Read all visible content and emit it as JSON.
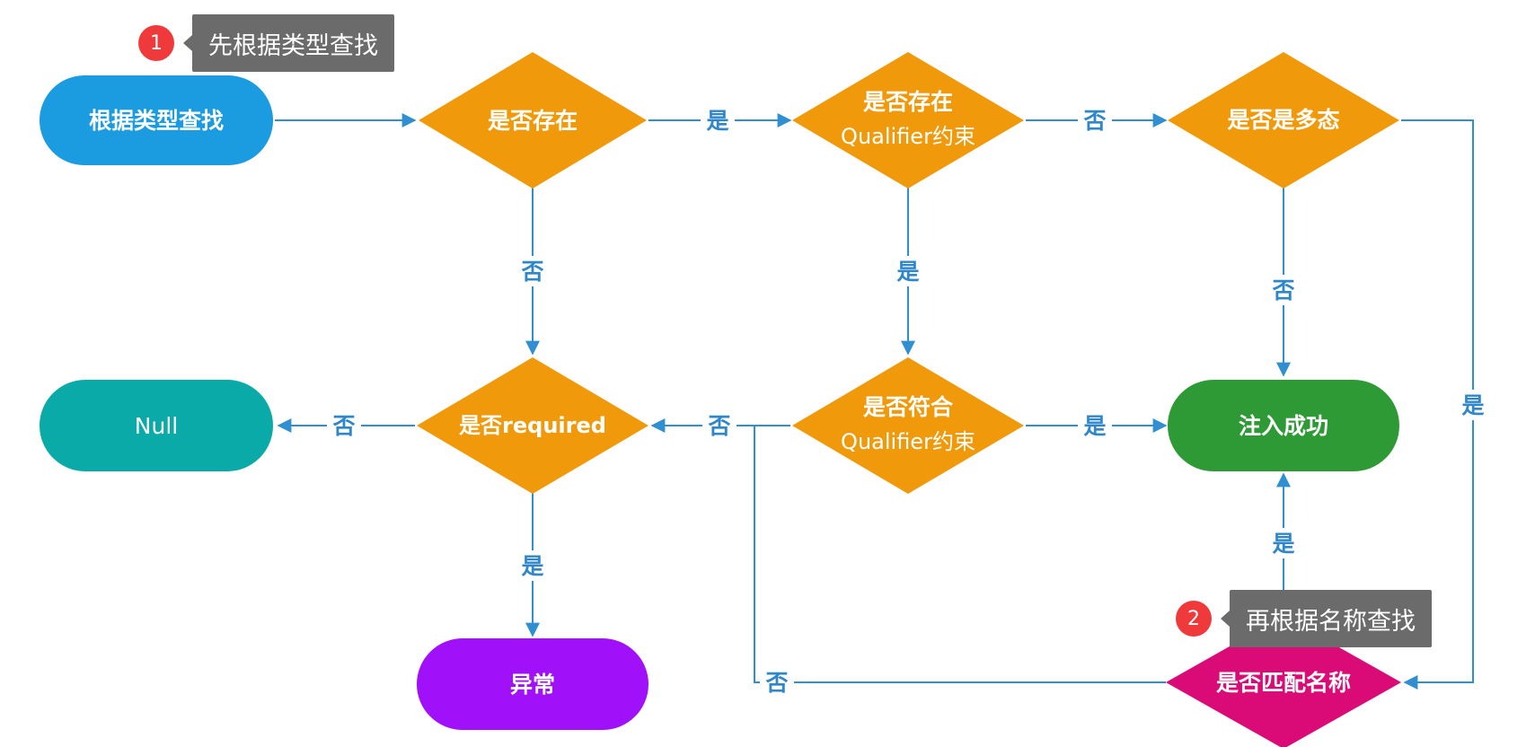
{
  "nodes": {
    "start": {
      "label": "根据类型查找",
      "color": "#1b9be0"
    },
    "exists": {
      "label": "是否存在",
      "color": "#f09a0b"
    },
    "qualifier_exists": {
      "line1": "是否存在",
      "line2": "Qualifier约束",
      "color": "#f09a0b"
    },
    "polymorphic": {
      "label": "是否是多态",
      "color": "#f09a0b"
    },
    "null": {
      "label": "Null",
      "color": "#0aaaa9"
    },
    "required": {
      "label": "是否required",
      "color": "#f09a0b"
    },
    "qualifier_match": {
      "line1": "是否符合",
      "line2": "Qualifier约束",
      "color": "#f09a0b"
    },
    "success": {
      "label": "注入成功",
      "color": "#2e9a35"
    },
    "exception": {
      "label": "异常",
      "color": "#a010f8"
    },
    "name_match": {
      "label": "是否匹配名称",
      "color": "#da0b76"
    }
  },
  "edges": {
    "exists_yes": "是",
    "exists_no": "否",
    "qualifier_exists_yes": "是",
    "qualifier_exists_no": "否",
    "polymorphic_no": "否",
    "polymorphic_yes": "是",
    "qualifier_match_yes": "是",
    "qualifier_match_no": "否",
    "required_no": "否",
    "required_yes": "是",
    "name_match_yes": "是",
    "name_match_no": "否"
  },
  "callouts": [
    {
      "number": "1",
      "text": "先根据类型查找"
    },
    {
      "number": "2",
      "text": "再根据名称查找"
    }
  ]
}
